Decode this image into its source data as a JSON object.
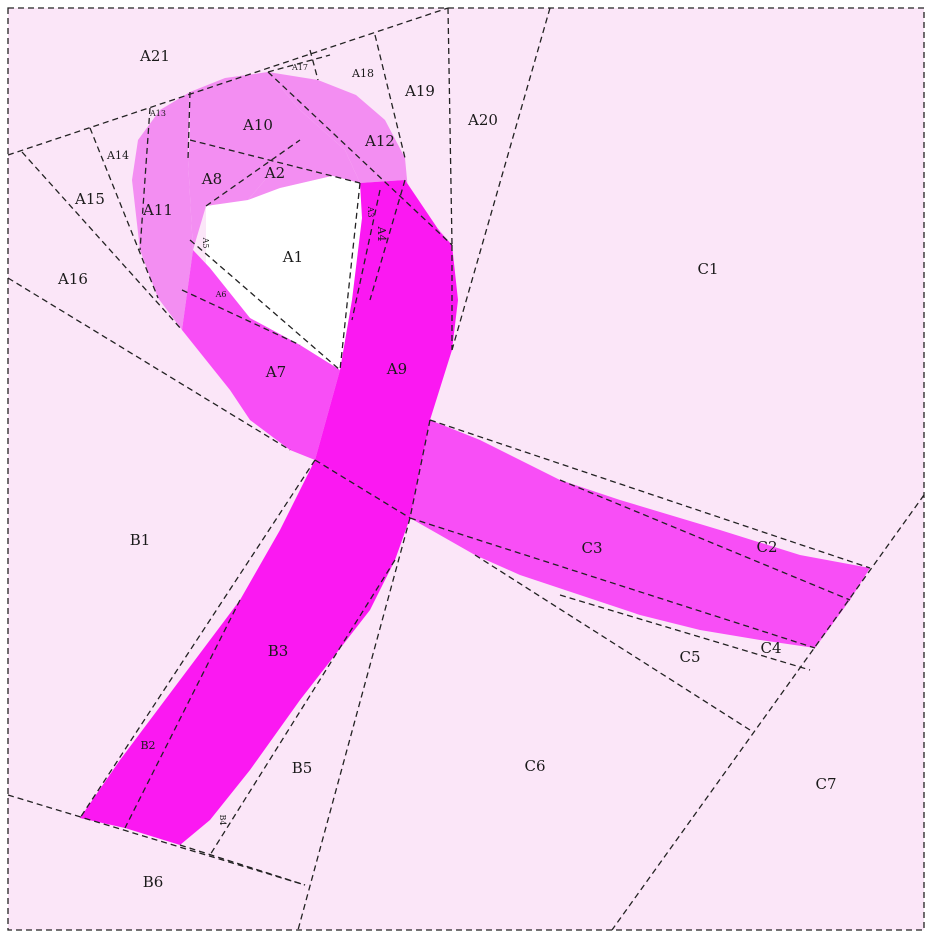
{
  "colors": {
    "background": "#fbe6f8",
    "light_pink": "#f38ef2",
    "medium_pink": "#f84ef6",
    "magenta": "#fb18f2",
    "white": "#ffffff",
    "seam": "#222222"
  },
  "labels": {
    "A1": "A1",
    "A2": "A2",
    "A3": "A3",
    "A4": "A4",
    "A5": "A5",
    "A6": "A6",
    "A7": "A7",
    "A8": "A8",
    "A9": "A9",
    "A10": "A10",
    "A11": "A11",
    "A12": "A12",
    "A13": "A13",
    "A14": "A14",
    "A15": "A15",
    "A16": "A16",
    "A17": "A17",
    "A18": "A18",
    "A19": "A19",
    "A20": "A20",
    "A21": "A21",
    "B1": "B1",
    "B2": "B2",
    "B3": "B3",
    "B4": "B4",
    "B5": "B5",
    "B6": "B6",
    "C1": "C1",
    "C2": "C2",
    "C3": "C3",
    "C4": "C4",
    "C5": "C5",
    "C6": "C6",
    "C7": "C7"
  }
}
